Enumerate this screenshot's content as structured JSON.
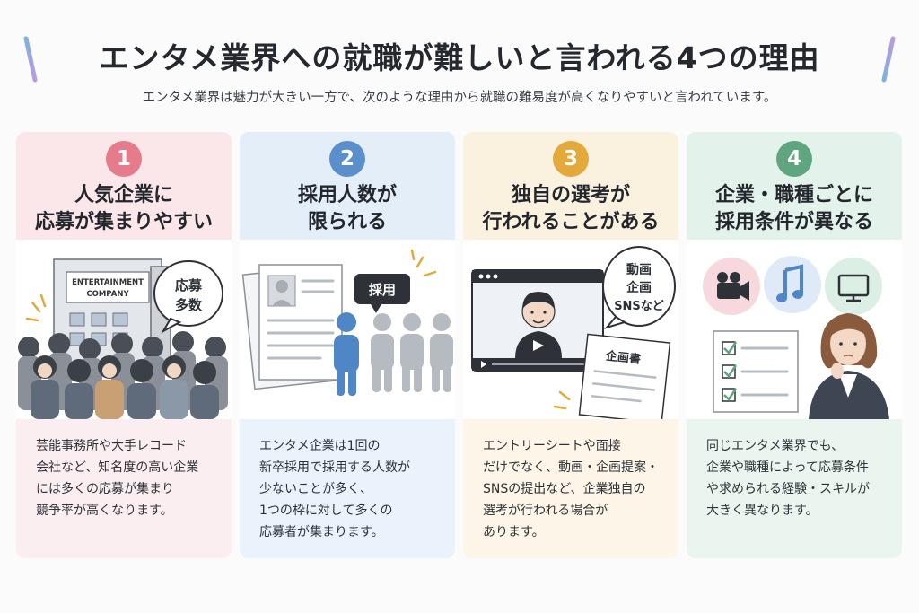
{
  "title": "エンタメ業界への就職が難しいと言われる4つの理由",
  "subtitle": "エンタメ業界は魅力が大きい一方で、次のような理由から就職の難易度が高くなりやすいと言われています。",
  "colors": {
    "card1_head": "#fbe7ea",
    "card1_body": "#fbeef0",
    "card1_num": "#e57b8b",
    "card2_head": "#e3eef9",
    "card2_body": "#eaf3fb",
    "card2_num": "#5b8fcb",
    "card3_head": "#fbf1df",
    "card3_body": "#fcf5e8",
    "card3_num": "#e3a93a",
    "card4_head": "#e3f2ea",
    "card4_body": "#ebf5ef",
    "card4_num": "#5fa57f"
  },
  "cards": [
    {
      "number": "1",
      "title": "人気企業に\n応募が集まりやすい",
      "illustration": {
        "building_sign_line1": "ENTERTAINMENT",
        "building_sign_line2": "COMPANY",
        "bubble_line1": "応募",
        "bubble_line2": "多数"
      },
      "description": "芸能事務所や大手レコード\n会社など、知名度の高い企業\nには多くの応募が集まり\n競争率が高くなります。"
    },
    {
      "number": "2",
      "title": "採用人数が\n限られる",
      "illustration": {
        "badge": "採用"
      },
      "description": "エンタメ企業は1回の\n新卒採用で採用する人数が\n少ないことが多く、\n1つの枠に対して多くの\n応募者が集まります。"
    },
    {
      "number": "3",
      "title": "独自の選考が\n行われることがある",
      "illustration": {
        "bubble_line1": "動画",
        "bubble_line2": "企画",
        "bubble_line3": "SNSなど",
        "document_title": "企画書"
      },
      "description": "エントリーシートや面接\nだけでなく、動画・企画提案・\nSNSの提出など、企業独自の\n選考が行われる場合が\nあります。"
    },
    {
      "number": "4",
      "title": "企業・職種ごとに\n採用条件が異なる",
      "illustration": {
        "icons": [
          "movie-camera-icon",
          "music-note-icon",
          "monitor-icon"
        ]
      },
      "description": "同じエンタメ業界でも、\n企業や職種によって応募条件\nや求められる経験・スキルが\n大きく異なります。"
    }
  ]
}
